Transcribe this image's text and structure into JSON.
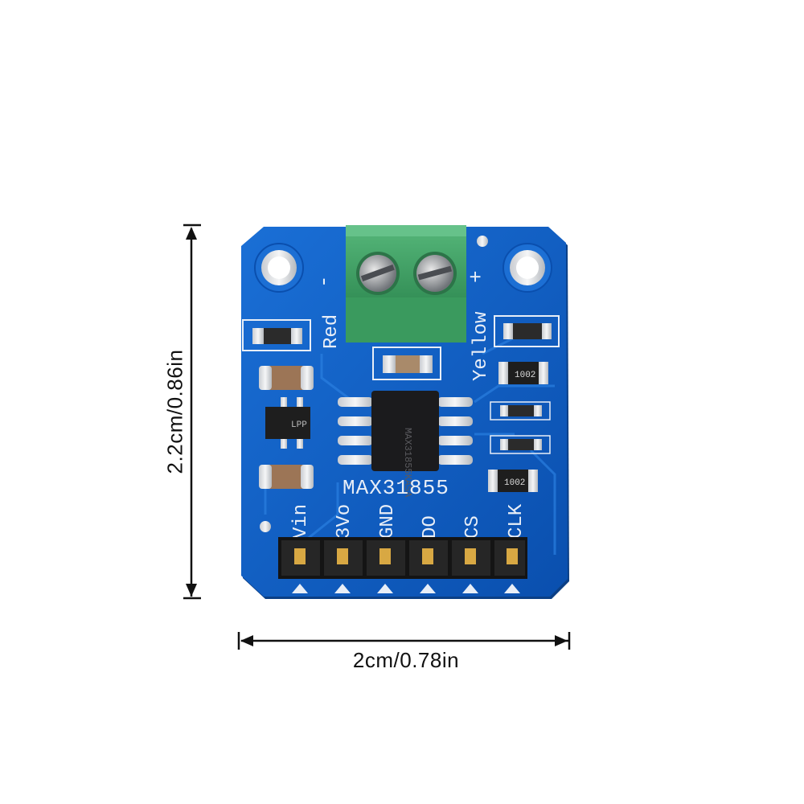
{
  "dimensions": {
    "width_label": "2cm/0.78in",
    "height_label": "2.2cm/0.86in"
  },
  "board": {
    "chip_label": "MAX31855",
    "chip_marking": "MAX31855KASA",
    "terminal_labels": {
      "minus": "-",
      "plus": "+"
    },
    "wire_labels": {
      "red": "Red",
      "yellow": "Yellow"
    },
    "resistor_marking": "1002",
    "regulator_marking": "LPP",
    "pins": [
      "Vin",
      "3Vo",
      "GND",
      "DO",
      "CS",
      "CLK"
    ]
  },
  "colors": {
    "pcb": "#0f5fc4",
    "terminal": "#3fa063",
    "silkscreen": "#e8eef7"
  }
}
